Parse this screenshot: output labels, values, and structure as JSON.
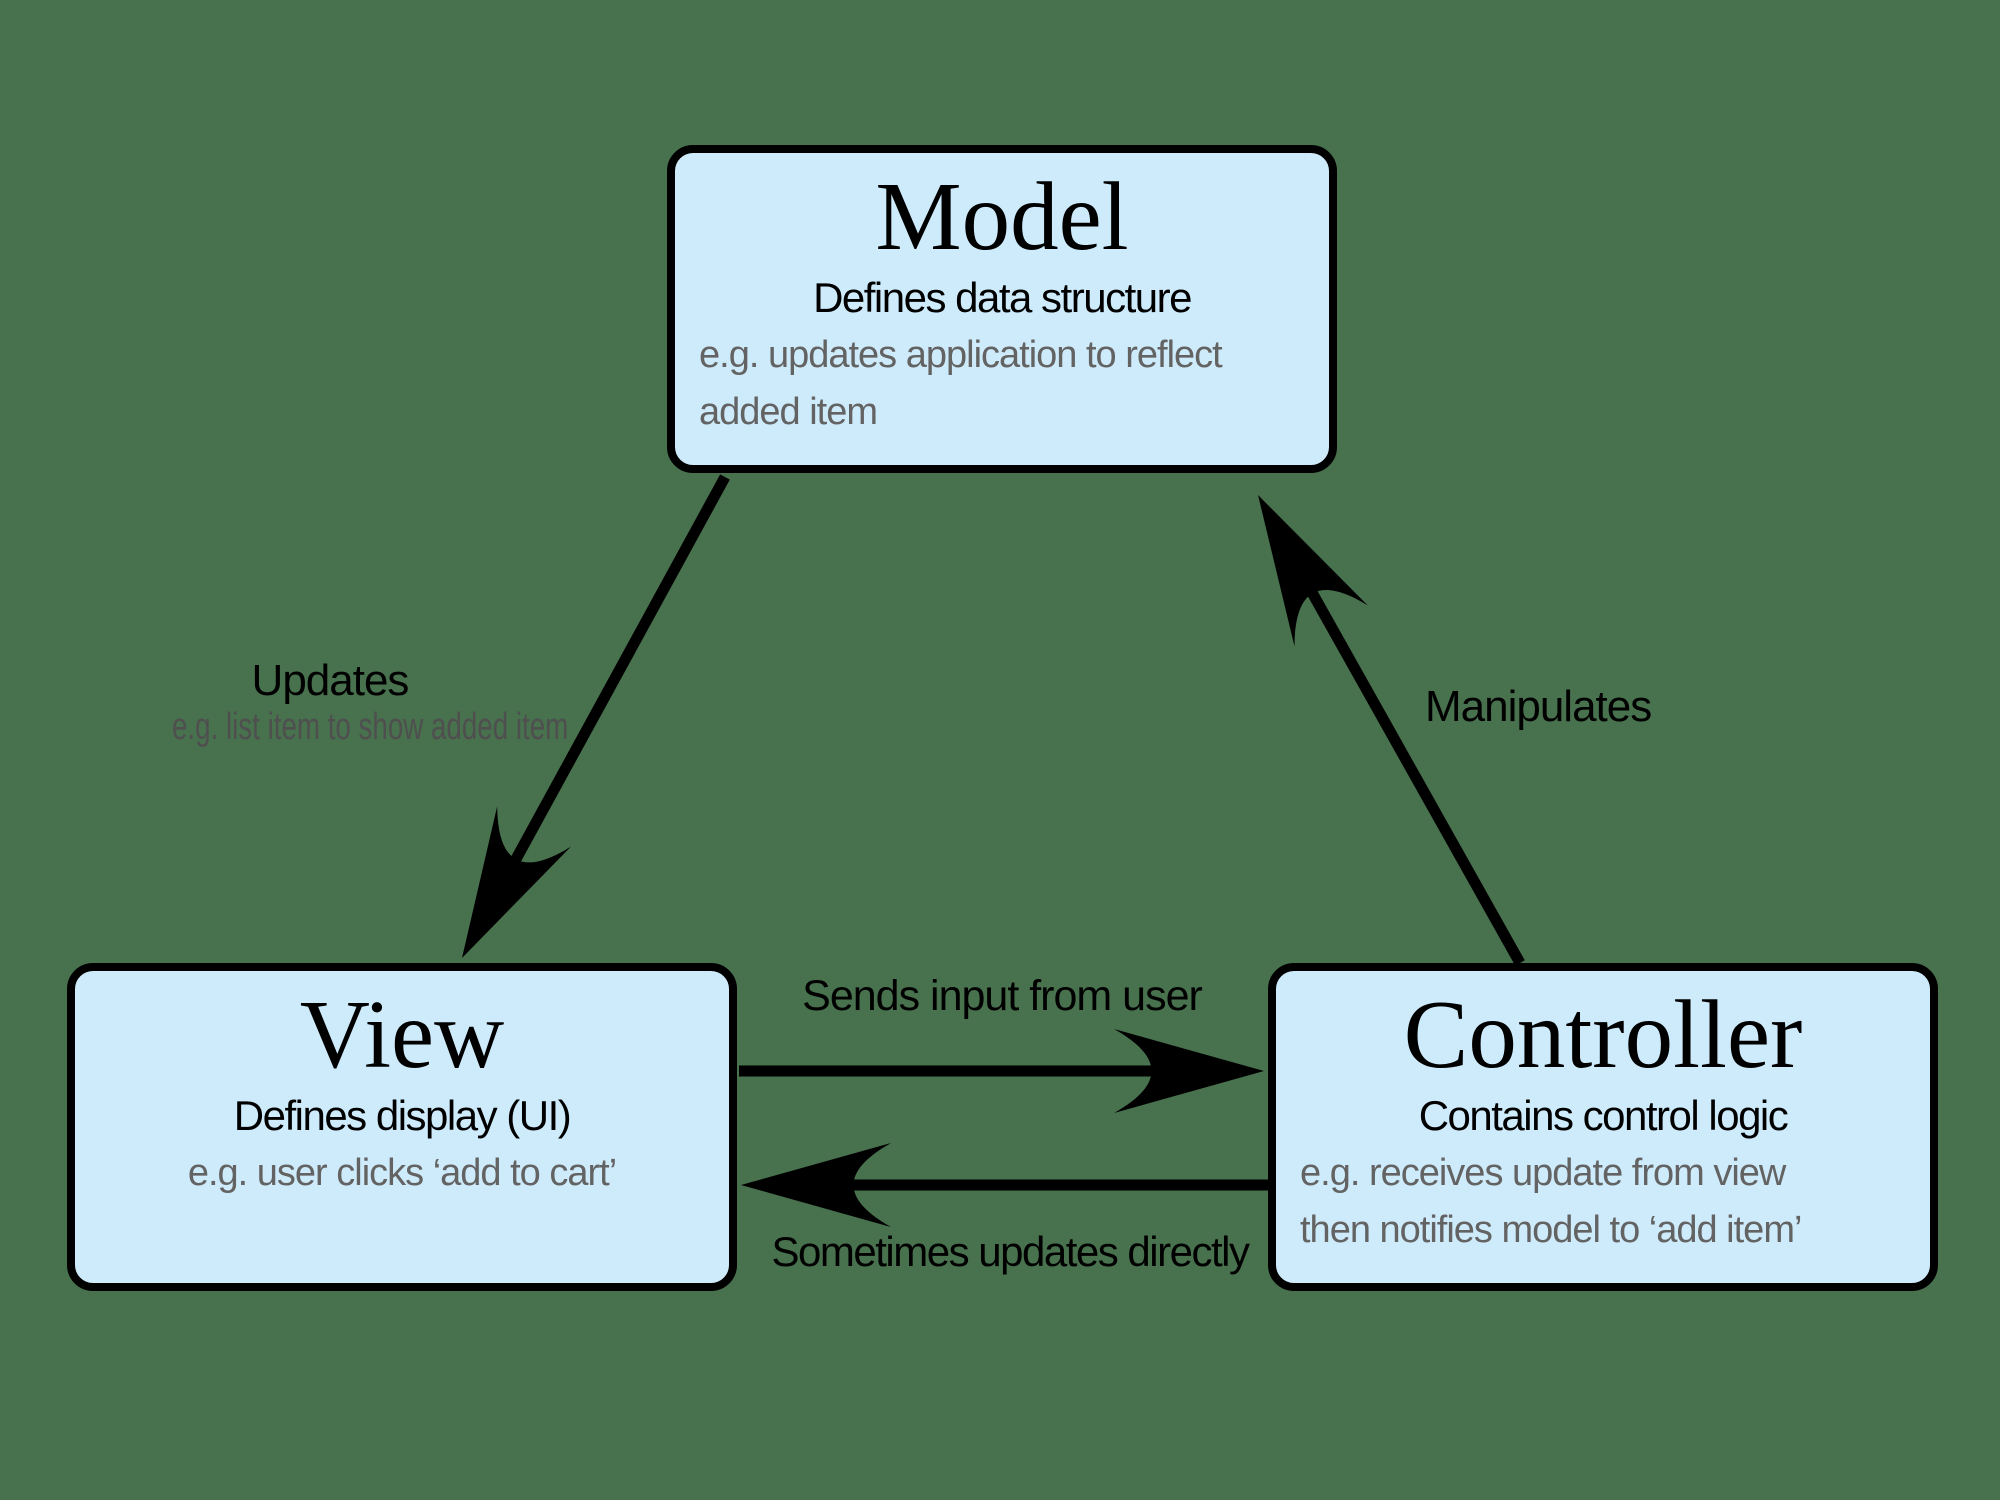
{
  "colors": {
    "background": "#48714E",
    "box_fill": "#CEEBFB",
    "box_border": "#000000",
    "body_text": "#000000",
    "example_text": "#636363",
    "sublabel_text": "#4f4f4f"
  },
  "boxes": {
    "model": {
      "title": "Model",
      "subtitle": "Defines data structure",
      "example_lines": [
        "e.g. updates application to reflect",
        "added item"
      ]
    },
    "view": {
      "title": "View",
      "subtitle": "Defines display (UI)",
      "example_lines": [
        "e.g. user clicks ‘add to cart’"
      ]
    },
    "controller": {
      "title": "Controller",
      "subtitle": "Contains control logic",
      "example_lines": [
        "e.g. receives update from view",
        "then notifies model to ‘add item’"
      ]
    }
  },
  "arrows": {
    "model_to_view": {
      "label": "Updates",
      "sublabel": "e.g. list item to show added item"
    },
    "controller_to_model": {
      "label": "Manipulates"
    },
    "view_to_controller": {
      "label": "Sends input from user"
    },
    "controller_to_view": {
      "label": "Sometimes updates directly"
    }
  }
}
